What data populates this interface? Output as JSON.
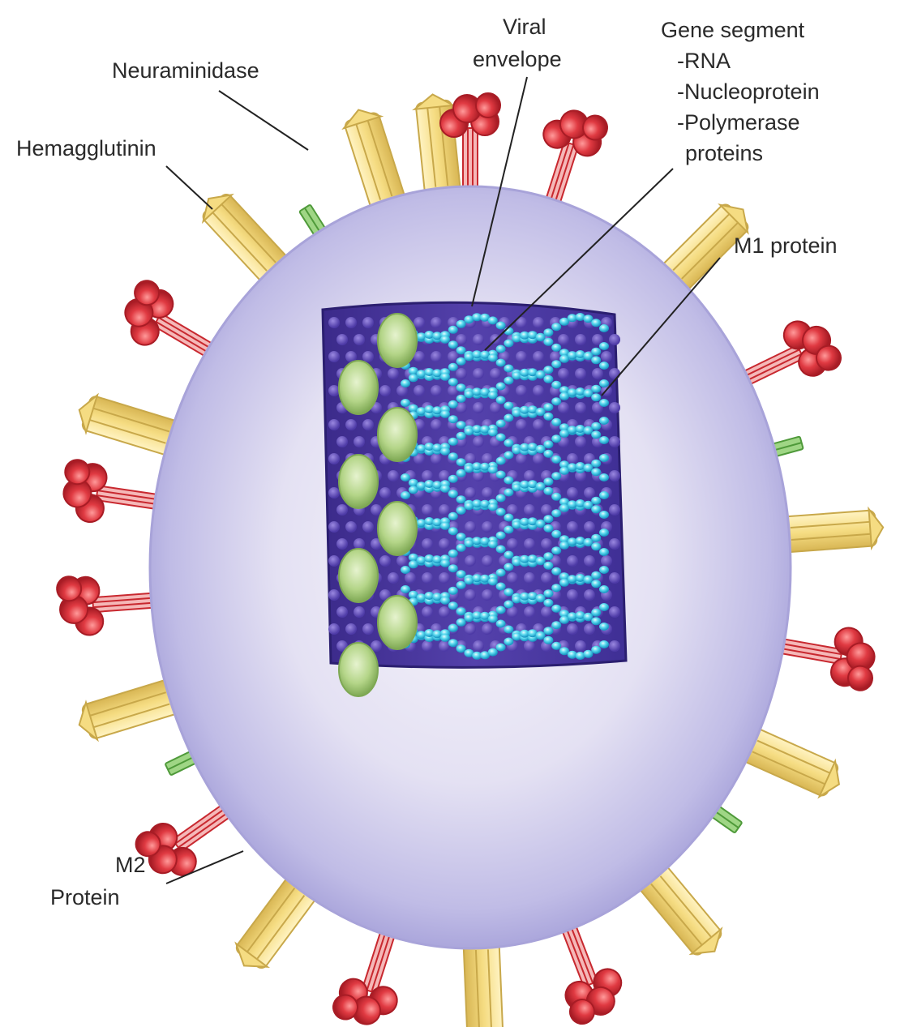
{
  "labels": {
    "neuraminidase": "Neuraminidase",
    "hemagglutinin": "Hemagglutinin",
    "viral_envelope_line1": "Viral",
    "viral_envelope_line2": "envelope",
    "gene_segment_title": "Gene segment",
    "gene_segment_items": [
      "-RNA",
      "-Nucleoprotein",
      "-Polymerase",
      "proteins"
    ],
    "m1_protein": "M1 protein",
    "m2_line1": "M2",
    "m2_line2": "Protein"
  },
  "colors": {
    "envelope_outer": "#b3b0dd",
    "envelope_inner": "#ece9f6",
    "core": "#4a3a9c",
    "core_dots": "#6a55c0",
    "gene_beads": "#4fd6ec",
    "m1_bulbs": "#b6d68a",
    "neuraminidase": "#d8323a",
    "hemagglutinin": "#f4dd8a",
    "m2": "#6cb85a",
    "leader_line": "#222222"
  }
}
